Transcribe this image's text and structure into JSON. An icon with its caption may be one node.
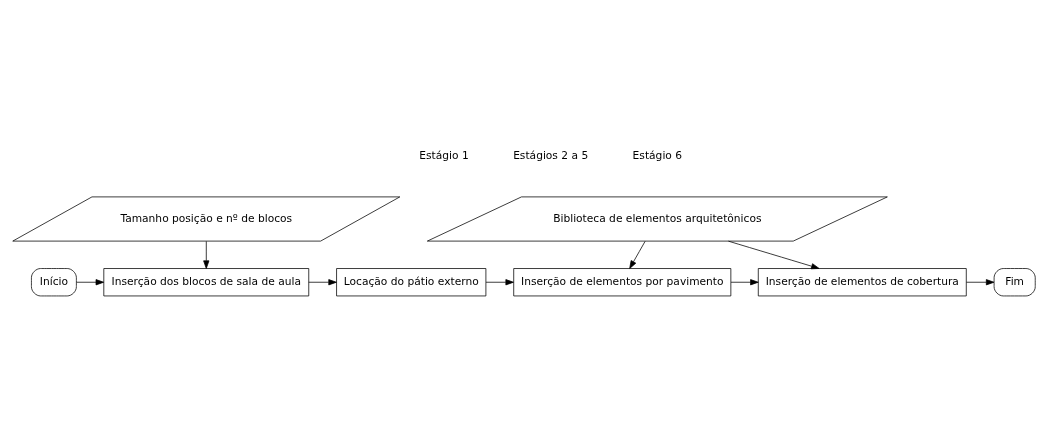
{
  "diagram": {
    "nodes": [
      {
        "text": [
          "Início"
        ]
      },
      {
        "text": [
          "Tamanho posição e nº de blocos"
        ]
      },
      {
        "text": [
          "Inserção dos blocos de sala de aula"
        ]
      },
      {
        "text": [
          "Locação do pátio externo"
        ]
      },
      {
        "text": [
          "Biblioteca de elementos arquitetônicos"
        ]
      },
      {
        "text": [
          "Inserção de elementos por pavimento"
        ]
      },
      {
        "text": [
          "Inserção de elementos de cobertura"
        ]
      },
      {
        "text": [
          "Fim"
        ]
      }
    ],
    "edges": [
      {
        "from": 0,
        "to": 2,
        "arrow": "to"
      },
      {
        "from": 1,
        "to": 2,
        "arrow": "to"
      },
      {
        "from": 2,
        "to": 3,
        "arrow": "to"
      },
      {
        "from": 3,
        "to": 5,
        "arrow": "to"
      },
      {
        "from": 4,
        "to": 5,
        "arrow": "to"
      },
      {
        "from": 5,
        "to": 6,
        "arrow": "to"
      },
      {
        "from": 4,
        "to": 6,
        "arrow": "to"
      },
      {
        "from": 6,
        "to": 7,
        "arrow": "to"
      }
    ],
    "labels": [
      "Estágio 1",
      "Estágios 2 a 5",
      "Estágio 6"
    ]
  }
}
